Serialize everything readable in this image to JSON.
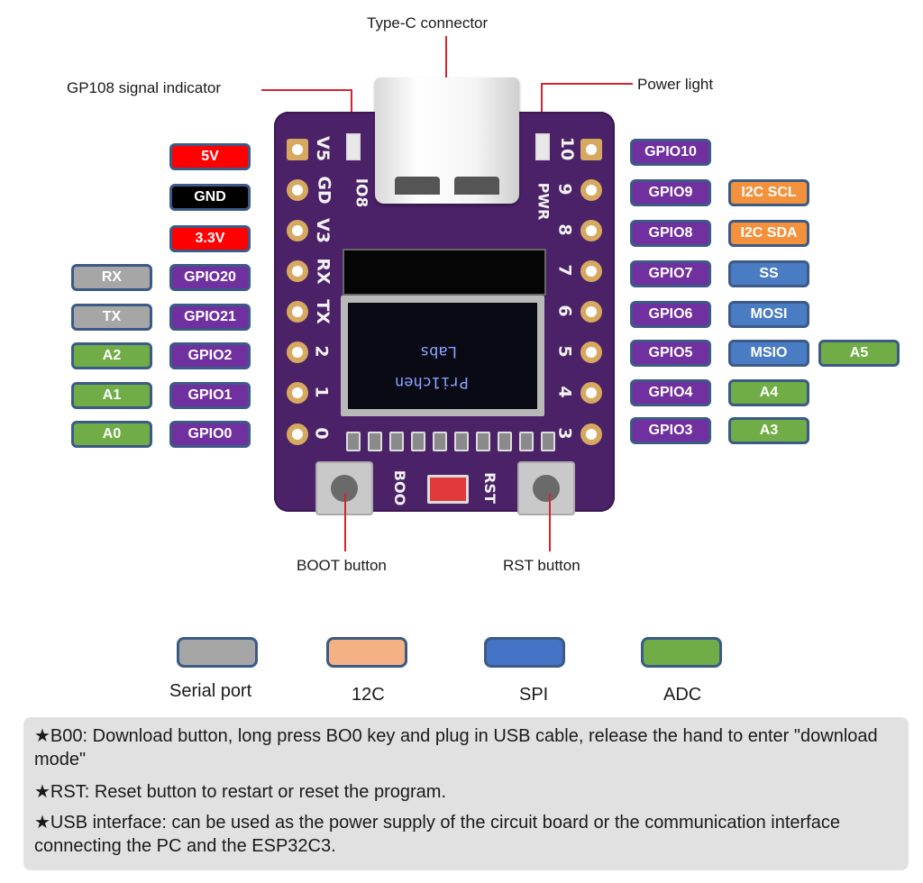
{
  "callouts": {
    "type_c": "Type-C connector",
    "gp108": "GP108 signal indicator",
    "power_light": "Power light",
    "boot_button": "BOOT button",
    "rst_button": "RST button"
  },
  "left_pins": {
    "power": [
      {
        "label": "5V",
        "type": "power-5v"
      },
      {
        "label": "GND",
        "type": "ground"
      },
      {
        "label": "3.3V",
        "type": "power-3v3"
      }
    ],
    "gpio": [
      {
        "gpio": "GPIO20",
        "function": "RX",
        "function_type": "serial"
      },
      {
        "gpio": "GPIO21",
        "function": "TX",
        "function_type": "serial"
      },
      {
        "gpio": "GPIO2",
        "function": "A2",
        "function_type": "adc"
      },
      {
        "gpio": "GPIO1",
        "function": "A1",
        "function_type": "adc"
      },
      {
        "gpio": "GPIO0",
        "function": "A0",
        "function_type": "adc"
      }
    ]
  },
  "right_pins": [
    {
      "gpio": "GPIO10",
      "functions": []
    },
    {
      "gpio": "GPIO9",
      "functions": [
        {
          "label": "I2C SCL",
          "type": "i2c"
        }
      ]
    },
    {
      "gpio": "GPIO8",
      "functions": [
        {
          "label": "I2C SDA",
          "type": "i2c"
        }
      ]
    },
    {
      "gpio": "GPIO7",
      "functions": [
        {
          "label": "SS",
          "type": "spi"
        }
      ]
    },
    {
      "gpio": "GPIO6",
      "functions": [
        {
          "label": "MOSI",
          "type": "spi"
        }
      ]
    },
    {
      "gpio": "GPIO5",
      "functions": [
        {
          "label": "MSIO",
          "type": "spi"
        },
        {
          "label": "A5",
          "type": "adc"
        }
      ]
    },
    {
      "gpio": "GPIO4",
      "functions": [
        {
          "label": "A4",
          "type": "adc"
        }
      ]
    },
    {
      "gpio": "GPIO3",
      "functions": [
        {
          "label": "A3",
          "type": "adc"
        }
      ]
    }
  ],
  "board_silkscreen": {
    "left": [
      "V5",
      "GD",
      "V3",
      "RX",
      "TX",
      "2",
      "1",
      "0"
    ],
    "right": [
      "10",
      "9",
      "8",
      "7",
      "6",
      "5",
      "4",
      "3"
    ],
    "io8": "IO8",
    "pwr": "PWR",
    "boo": "BOO",
    "rst": "RST"
  },
  "oled": {
    "line1": "Labs",
    "line2": "Pri1chen"
  },
  "legend": [
    {
      "label": "Serial port",
      "color": "#a6a6a6"
    },
    {
      "label": "12C",
      "color": "#f4b183"
    },
    {
      "label": "SPI",
      "color": "#4472c4"
    },
    {
      "label": "ADC",
      "color": "#70ad47"
    }
  ],
  "notes": [
    "★B00: Download button, long press BO0 key and plug in USB cable, release the hand to enter \"download mode\"",
    "★RST: Reset button to restart or reset the program.",
    "★USB interface: can be used as the power supply of the circuit board or the communication interface connecting the PC and the ESP32C3."
  ],
  "colors": {
    "gpio": "#7030a0",
    "serial": "#a6a6a6",
    "adc": "#70ad47",
    "i2c": "#f4913c",
    "spi": "#4a7cc4",
    "power": "#ff0000",
    "ground": "#000000",
    "callout_line": "#d6232f",
    "board": "#4b2168"
  }
}
